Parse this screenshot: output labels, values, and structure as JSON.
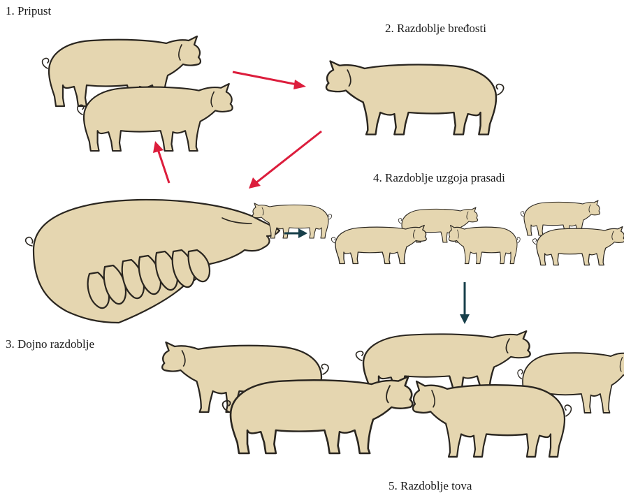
{
  "stages": [
    {
      "number": "1.",
      "label": "Pripust"
    },
    {
      "number": "2.",
      "label": "Razdoblje bređosti"
    },
    {
      "number": "3.",
      "label": "Dojno razdoblje"
    },
    {
      "number": "4.",
      "label": "Razdoblje uzgoja prasadi"
    },
    {
      "number": "5.",
      "label": "Razdoblje tova"
    }
  ],
  "colors": {
    "pig_fill": "#e5d6b0",
    "outline": "#2a2620",
    "cycle_arrow": "#dc1d3c",
    "flow_arrow": "#173f4a"
  }
}
